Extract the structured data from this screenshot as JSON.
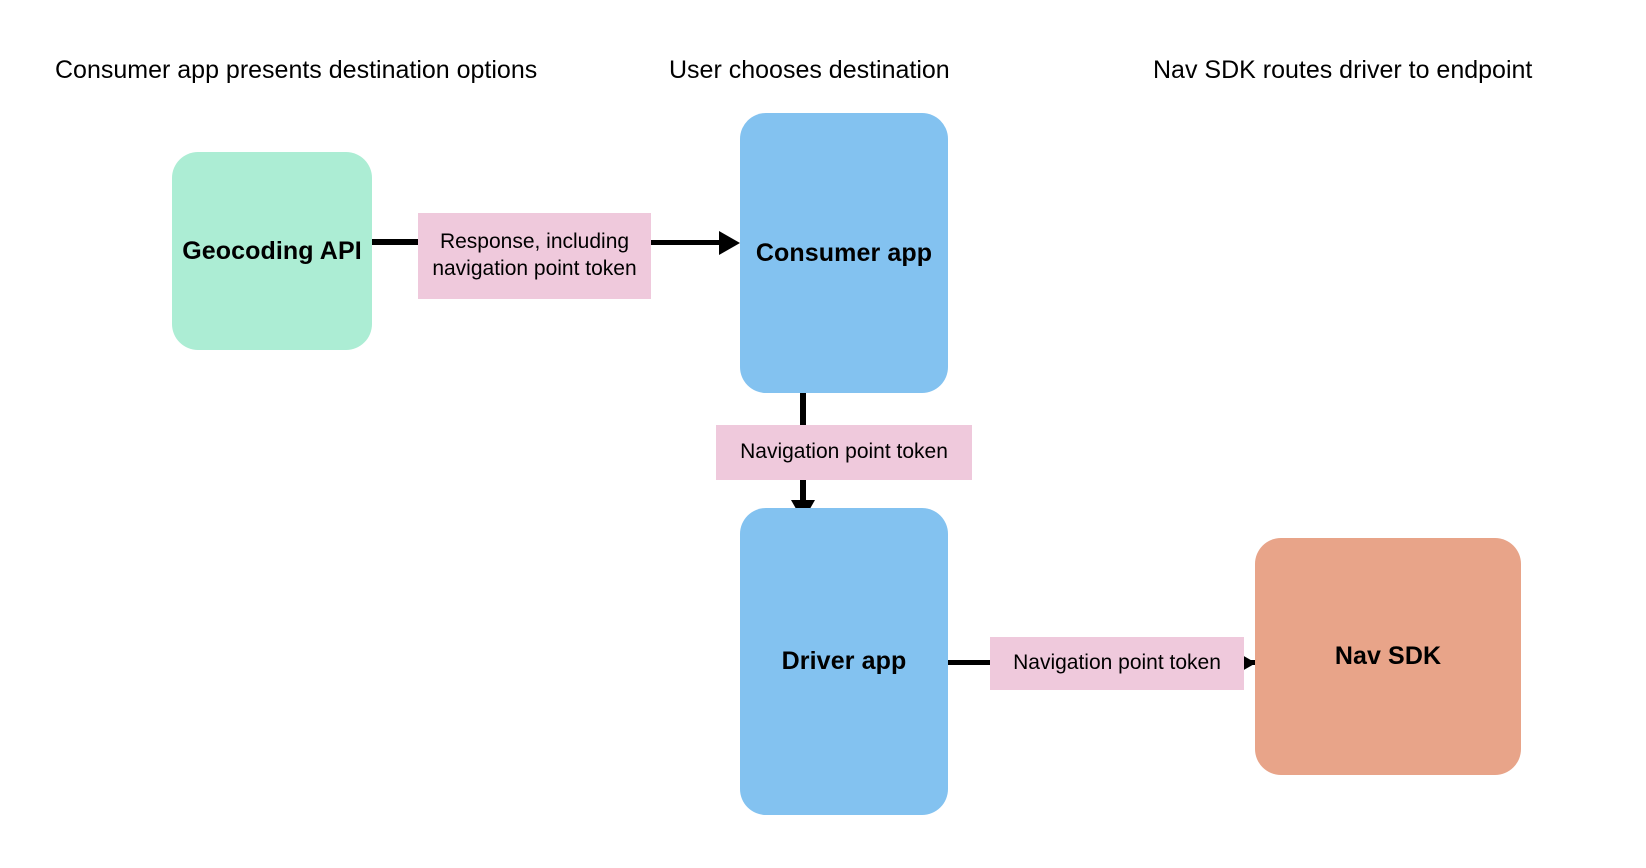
{
  "diagram": {
    "title_row": [
      {
        "id": "col-1",
        "label": "Consumer app presents destination options"
      },
      {
        "id": "col-2",
        "label": "User chooses destination"
      },
      {
        "id": "col-3",
        "label": "Nav SDK routes driver to endpoint"
      }
    ],
    "nodes": [
      {
        "id": "geocoding-api",
        "label": "Geocoding API",
        "color": "#ACEDD4"
      },
      {
        "id": "consumer-app",
        "label": "Consumer app",
        "color": "#83C2F0"
      },
      {
        "id": "driver-app",
        "label": "Driver app",
        "color": "#83C2F0"
      },
      {
        "id": "nav-sdk",
        "label": "Nav SDK",
        "color": "#E8A489"
      }
    ],
    "edge_labels": [
      {
        "id": "geocoding-to-consumer",
        "label": "Response, including navigation point token",
        "color": "#EFC9DC"
      },
      {
        "id": "consumer-to-driver",
        "label": "Navigation point token",
        "color": "#EFC9DC"
      },
      {
        "id": "driver-to-navsdk",
        "label": "Navigation point token",
        "color": "#EFC9DC"
      }
    ],
    "colors": {
      "background": "#FFFFFF",
      "stroke": "#000000",
      "mint": "#ACEDD4",
      "blue": "#83C2F0",
      "salmon": "#E8A489",
      "pink": "#EFC9DC",
      "text": "#000000"
    }
  }
}
